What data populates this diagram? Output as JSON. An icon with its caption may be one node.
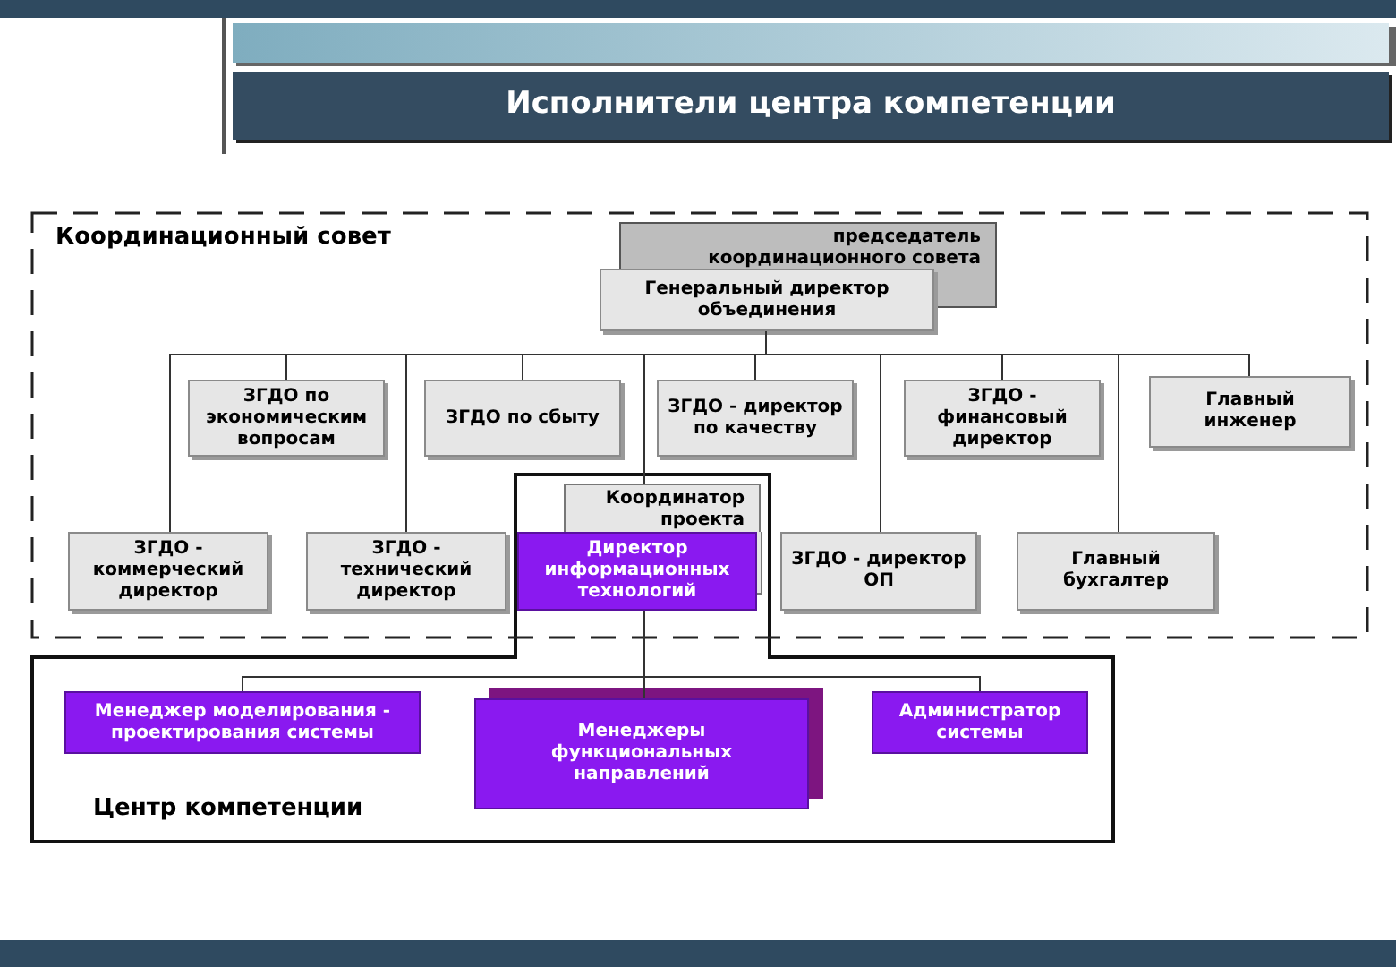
{
  "diagram": {
    "title": "Исполнители центра компетенции",
    "nodes": [
      {
        "text": [
          "Координационный совет"
        ]
      },
      {
        "text": [
          "председатель координационного совета"
        ],
        "in": 0
      },
      {
        "text": [
          "Генеральный директор объединения"
        ],
        "in": 0
      },
      {
        "text": [
          "ЗГДО по экономическим вопросам"
        ],
        "in": 0
      },
      {
        "text": [
          "ЗГДО по сбыту"
        ],
        "in": 0
      },
      {
        "text": [
          "ЗГДО - директор по качеству"
        ],
        "in": 0
      },
      {
        "text": [
          "ЗГДО - финансовый директор"
        ],
        "in": 0
      },
      {
        "text": [
          "Главный инженер"
        ],
        "in": 0
      },
      {
        "text": [
          "ЗГДО - коммерческий директор"
        ],
        "in": 0
      },
      {
        "text": [
          "ЗГДО - технический директор"
        ],
        "in": 0
      },
      {
        "text": [
          "Координатор проекта"
        ]
      },
      {
        "text": [
          "Директор информационных технологий"
        ]
      },
      {
        "text": [
          "ЗГДО - директор ОП"
        ],
        "in": 0
      },
      {
        "text": [
          "Главный бухгалтер"
        ],
        "in": 0
      },
      {
        "text": [
          "Центр компетенции"
        ]
      },
      {
        "text": [
          "Менеджер моделирования - проектирования системы"
        ],
        "in": 14
      },
      {
        "text": [
          "Менеджеры функциональных направлений"
        ],
        "in": 14
      },
      {
        "text": [
          "Администратор системы"
        ],
        "in": 14
      }
    ],
    "edges": [
      {
        "from": 2,
        "to": 3,
        "arrow": "none"
      },
      {
        "from": 2,
        "to": 4,
        "arrow": "none"
      },
      {
        "from": 2,
        "to": 5,
        "arrow": "none"
      },
      {
        "from": 2,
        "to": 6,
        "arrow": "none"
      },
      {
        "from": 2,
        "to": 7,
        "arrow": "none"
      },
      {
        "from": 2,
        "to": 8,
        "arrow": "none"
      },
      {
        "from": 2,
        "to": 9,
        "arrow": "none"
      },
      {
        "from": 2,
        "to": 10,
        "arrow": "none"
      },
      {
        "from": 2,
        "to": 12,
        "arrow": "none"
      },
      {
        "from": 2,
        "to": 13,
        "arrow": "none"
      },
      {
        "from": 11,
        "to": 15,
        "arrow": "none"
      },
      {
        "from": 11,
        "to": 16,
        "arrow": "none"
      },
      {
        "from": 11,
        "to": 17,
        "arrow": "none"
      }
    ]
  }
}
